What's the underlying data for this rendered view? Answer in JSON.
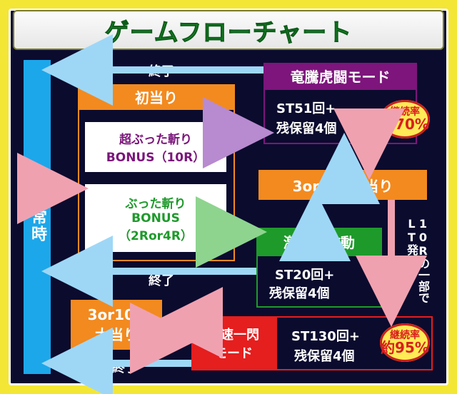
{
  "title": "ゲームフローチャート",
  "left_column": "通常時",
  "first_hit": {
    "header": "初当り",
    "items": [
      {
        "line1": "超ぶった斬り",
        "line2": "BONUS（10R）"
      },
      {
        "line1": "ぶった斬り",
        "line2": "BONUS",
        "line3": "（2Ror4R）"
      }
    ]
  },
  "mode_dragon": {
    "header": "竜騰虎闘モード",
    "line1": "ST51回+",
    "line2": "残保留4個",
    "badge_top": "継続率",
    "badge_bottom": "約70%"
  },
  "jackpot_label": "3or10R大当り",
  "mode_battle": {
    "header": "激闘の鼓動",
    "line1": "ST20回+",
    "line2": "残保留4個"
  },
  "mode_godspeed": {
    "header_line1": "神速一閃",
    "header_line2": "モード",
    "line1": "ST130回+",
    "line2": "残保留4個",
    "badge_top": "継続率",
    "badge_bottom": "約95%"
  },
  "bottom_left_box": {
    "line1": "3or10R",
    "line2": "大当り"
  },
  "end_labels": [
    "終了",
    "終了",
    "終了"
  ],
  "side_note": "10Rの一部でLT発動！"
}
